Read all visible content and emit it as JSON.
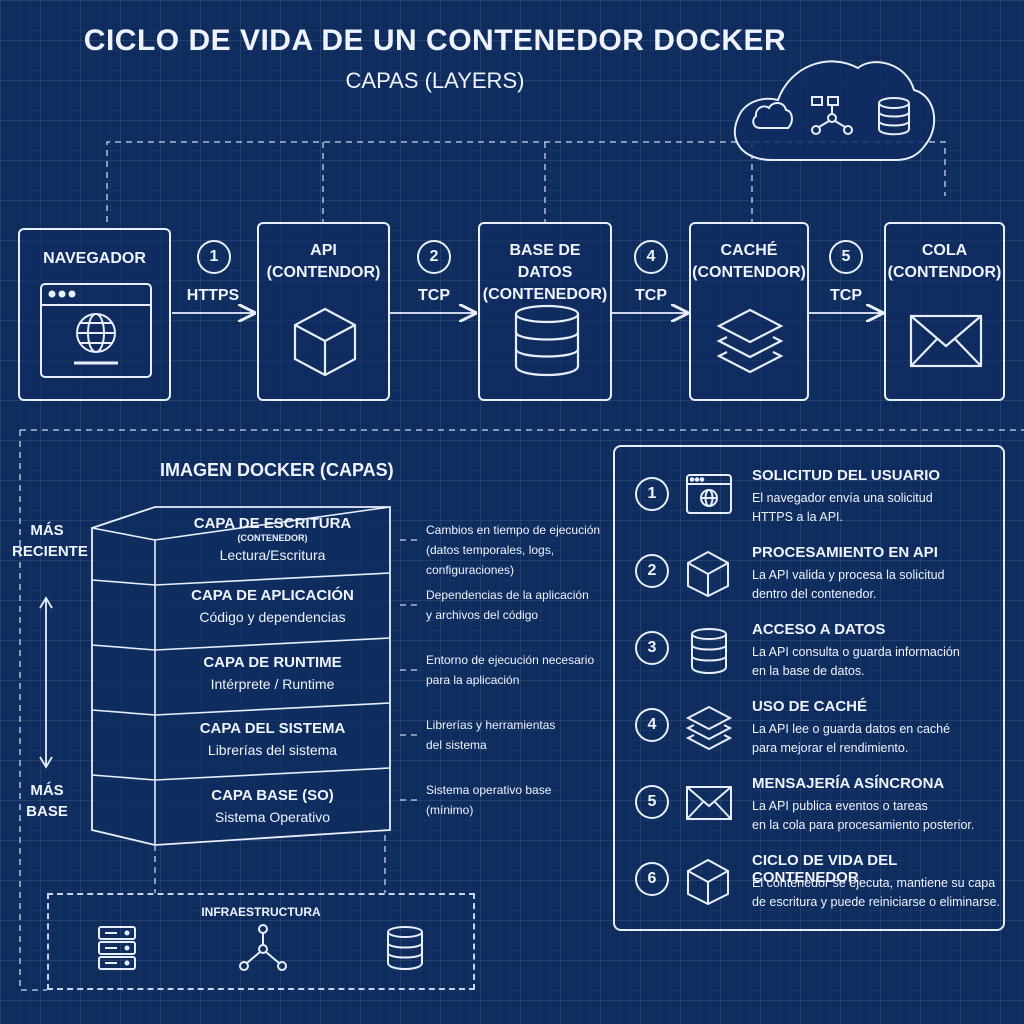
{
  "header": {
    "title": "CICLO DE VIDA DE UN CONTENEDOR DOCKER",
    "subtitle": "CAPAS (LAYERS)"
  },
  "flow": {
    "components": [
      {
        "label": "NAVEGADOR",
        "icon": "browser-globe-icon"
      },
      {
        "label": "API\n(CONTENDOR)",
        "icon": "cube-icon"
      },
      {
        "label": "BASE DE DATOS\n(CONTENEDOR)",
        "icon": "database-icon"
      },
      {
        "label": "CACHÉ\n(CONTENDOR)",
        "icon": "layers-icon"
      },
      {
        "label": "COLA\n(CONTENDOR)",
        "icon": "envelope-icon"
      }
    ],
    "connections": [
      {
        "number": "1",
        "protocol": "HTTPS"
      },
      {
        "number": "2",
        "protocol": "TCP"
      },
      {
        "number": "4",
        "protocol": "TCP"
      },
      {
        "number": "5",
        "protocol": "TCP"
      }
    ],
    "cloud_icons": [
      "cloud-icon",
      "network-nodes-icon",
      "database-icon"
    ]
  },
  "image": {
    "title": "IMAGEN DOCKER (CAPAS)",
    "side_top": "MÁS\nRECIENTE",
    "side_bottom": "MÁS\nBASE",
    "layers": [
      {
        "title": "CAPA DE ESCRITURA",
        "tag": "(CONTENEDOR)",
        "subtitle": "Lectura/Escritura",
        "note": "Cambios en tiempo de ejecución\n(datos temporales, logs, configuraciones)"
      },
      {
        "title": "CAPA DE APLICACIÓN",
        "subtitle": "Código y dependencias",
        "note": "Dependencias de la aplicación\ny archivos del código"
      },
      {
        "title": "CAPA DE RUNTIME",
        "subtitle": "Intérprete / Runtime",
        "note": "Entorno de ejecución necesario\npara la aplicación"
      },
      {
        "title": "CAPA DEL SISTEMA",
        "subtitle": "Librerías del sistema",
        "note": "Librerías y herramientas\ndel sistema"
      },
      {
        "title": "CAPA BASE (SO)",
        "subtitle": "Sistema Operativo",
        "note": "Sistema operativo base\n(mínimo)"
      }
    ],
    "infra": {
      "title": "INFRAESTRUCTURA",
      "icons": [
        "server-icon",
        "network-nodes-icon",
        "database-icon"
      ]
    }
  },
  "steps": [
    {
      "number": "1",
      "icon": "browser-globe-icon",
      "title": "SOLICITUD DEL USUARIO",
      "desc": "El navegador envía una solicitud\nHTTPS a la API."
    },
    {
      "number": "2",
      "icon": "cube-icon",
      "title": "PROCESAMIENTO EN API",
      "desc": "La API valida y procesa la solicitud\ndentro del contenedor."
    },
    {
      "number": "3",
      "icon": "database-icon",
      "title": "ACCESO A DATOS",
      "desc": "La API consulta o guarda información\nen la base de datos."
    },
    {
      "number": "4",
      "icon": "layers-icon",
      "title": "USO DE CACHÉ",
      "desc": "La API lee o guarda datos en caché\npara mejorar el rendimiento."
    },
    {
      "number": "5",
      "icon": "envelope-icon",
      "title": "MENSAJERÍA ASÍNCRONA",
      "desc": "La API publica eventos o tareas\nen la cola para procesamiento posterior."
    },
    {
      "number": "6",
      "icon": "cube-icon",
      "title": "CICLO DE VIDA DEL CONTENEDOR",
      "desc": "El contenedor se ejecuta, mantiene su capa\nde escritura y puede reiniciarse o eliminarse."
    }
  ]
}
